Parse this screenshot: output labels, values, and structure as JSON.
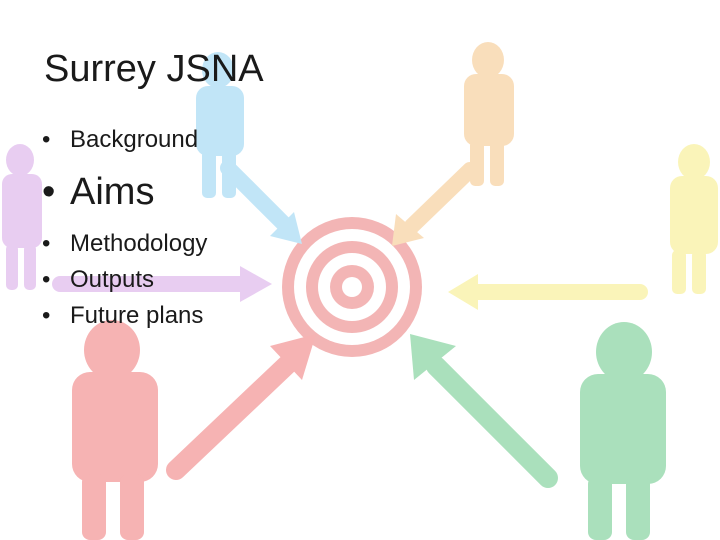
{
  "slide": {
    "title": "Surrey JSNA",
    "bullet_marker": "•",
    "bullets": [
      {
        "text": "Background",
        "size": "normal"
      },
      {
        "text": "Aims",
        "size": "large"
      },
      {
        "text": "Methodology",
        "size": "normal"
      },
      {
        "text": "Outputs",
        "size": "normal"
      },
      {
        "text": "Future plans",
        "size": "normal"
      }
    ]
  },
  "illustration": {
    "figures": [
      {
        "name": "person-blue",
        "color": "#6ec3ee"
      },
      {
        "name": "person-orange",
        "color": "#f3b25f"
      },
      {
        "name": "person-purple",
        "color": "#c98ae0"
      },
      {
        "name": "person-yellow",
        "color": "#f4e75a"
      },
      {
        "name": "person-red",
        "color": "#ea4b4b"
      },
      {
        "name": "person-green",
        "color": "#36b761"
      }
    ],
    "target_color": "#e45151"
  }
}
